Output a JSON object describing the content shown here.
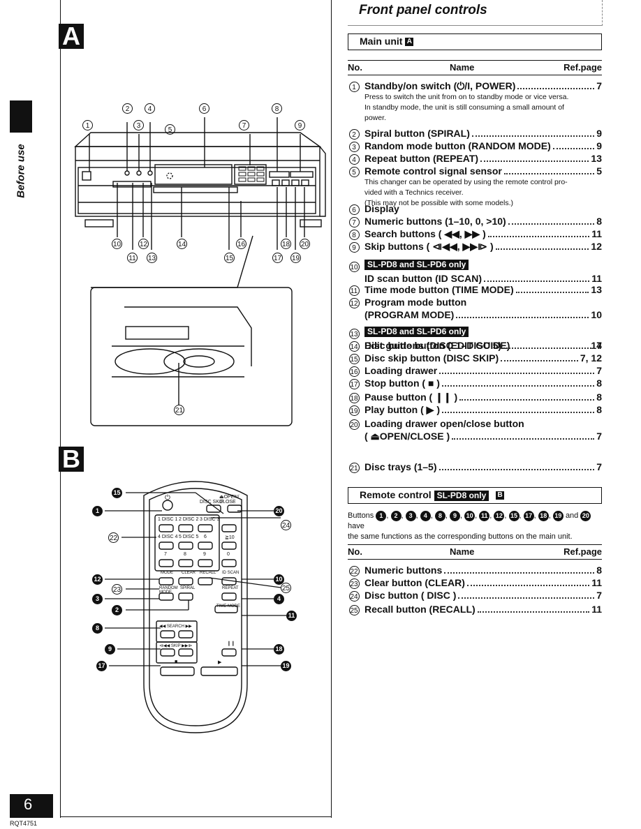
{
  "section_letters": {
    "a": "A",
    "b": "B"
  },
  "side_label": "Before use",
  "header": {
    "title": "Front panel controls"
  },
  "main_unit": {
    "box_title": "Main unit",
    "box_tag": "A",
    "col_no": "No.",
    "col_name": "Name",
    "col_ref": "Ref.page",
    "entries": [
      {
        "num": "1",
        "name": "Standby/on switch (⏻/I, POWER)",
        "page": "7",
        "notes": [
          "Press to switch the unit from on to standby mode or vice versa.",
          "In standby mode, the unit is still consuming a small amount of",
          "power."
        ]
      },
      {
        "num": "2",
        "name": "Spiral button (SPIRAL)",
        "page": "9"
      },
      {
        "num": "3",
        "name": "Random mode button (RANDOM MODE)",
        "page": "9"
      },
      {
        "num": "4",
        "name": "Repeat button (REPEAT)",
        "page": "13"
      },
      {
        "num": "5",
        "name": "Remote control signal sensor",
        "page": "5",
        "notes": [
          "This changer can be operated by using the remote control pro-",
          "vided with a Technics receiver.",
          "(This may not be possible with some models.)"
        ]
      },
      {
        "num": "6",
        "name": "Display",
        "page": ""
      },
      {
        "num": "7",
        "name": "Numeric buttons (1–10, 0, >10)",
        "page": "8"
      },
      {
        "num": "8",
        "name": "Search buttons ( ◀◀, ▶▶ )",
        "page": "11"
      },
      {
        "num": "9",
        "name": "Skip buttons ( ⧏◀◀, ▶▶⧐ )",
        "page": "12"
      },
      {
        "num": "10",
        "tag": "SL-PD8 and SL-PD6 only",
        "name": "ID scan button (ID SCAN)",
        "page": "11"
      },
      {
        "num": "11",
        "name": "Time mode button (TIME MODE)",
        "page": "13"
      },
      {
        "num": "12",
        "name": "Program mode button",
        "name2": "(PROGRAM MODE)",
        "page": "10"
      },
      {
        "num": "13",
        "tag": "SL-PD8 and SL-PD6 only",
        "name": "Edit guide button (EDIT GUIDE)",
        "page": "14"
      },
      {
        "num": "14",
        "name": "Disc buttons (DISC 1–DISC 5)",
        "page": "7"
      },
      {
        "num": "15",
        "name": "Disc skip button (DISC SKIP)",
        "page": "7, 12"
      },
      {
        "num": "16",
        "name": "Loading drawer",
        "page": "7"
      },
      {
        "num": "17",
        "name": "Stop button ( ■ )",
        "page": "8"
      },
      {
        "num": "18",
        "name": "Pause button ( ❙❙ )",
        "page": "8"
      },
      {
        "num": "19",
        "name": "Play button ( ▶ )",
        "page": "8"
      },
      {
        "num": "20",
        "name": "Loading drawer open/close button",
        "name2": "( ⏏OPEN/CLOSE )",
        "page": "7"
      },
      {
        "num": "21",
        "name": "Disc trays (1–5)",
        "page": "7"
      }
    ]
  },
  "remote": {
    "box_title": "Remote control",
    "box_tag": "SL-PD8 only",
    "box_tag2": "B",
    "desc_prefix": "Buttons",
    "desc_nums": [
      "1",
      "2",
      "3",
      "4",
      "8",
      "9",
      "10",
      "11",
      "12",
      "15",
      "17",
      "18",
      "19"
    ],
    "desc_and": "and",
    "desc_last": "20",
    "desc_suffix": "have",
    "desc_line2": "the same functions as the corresponding buttons on the main unit.",
    "col_no": "No.",
    "col_name": "Name",
    "col_ref": "Ref.page",
    "entries": [
      {
        "num": "22",
        "name": "Numeric buttons",
        "page": "8"
      },
      {
        "num": "23",
        "name": "Clear button (CLEAR)",
        "page": "11"
      },
      {
        "num": "24",
        "name": "Disc button ( DISC )",
        "page": "7"
      },
      {
        "num": "25",
        "name": "Recall button (RECALL)",
        "page": "11"
      }
    ]
  },
  "diagram_a": {
    "callouts_top": [
      "1",
      "2",
      "3",
      "4",
      "5",
      "6",
      "7",
      "8",
      "9"
    ],
    "callouts_bottom": [
      "10",
      "11",
      "12",
      "13",
      "14",
      "15",
      "16",
      "17",
      "18",
      "19",
      "20"
    ],
    "callout_tray": "21"
  },
  "diagram_b": {
    "remote_labels": {
      "power": "⏻",
      "disc_skip": "DISC SKIP",
      "open_close": "⏏OPEN/ CLOSE",
      "disc1": "1 DISC 1",
      "disc2": "2 DISC 2",
      "disc3": "3 DISC 3",
      "disc4": "4 DISC 4",
      "disc5": "5 DISC 5",
      "n6": "6",
      "n10": "≧10",
      "n7": "7",
      "n8": "8",
      "n9": "9",
      "n0": "0",
      "mode": "MODE",
      "clear": "CLEAR",
      "recall": "RECALL",
      "id_scan": "ID SCAN",
      "random": "RANDOM MODE",
      "spiral": "SPIRAL",
      "repeat": "REPEAT",
      "time_mode": "TIME MODE",
      "search": "◀◀ SEARCH ▶▶",
      "skip": "⧏◀◀ SKIP ▶▶⧐",
      "pause": "❙❙",
      "stop": "■",
      "play": "▶"
    },
    "callouts": [
      "15",
      "1",
      "22",
      "12",
      "23",
      "3",
      "2",
      "8",
      "9",
      "17",
      "20",
      "24",
      "10",
      "25",
      "4",
      "11",
      "18",
      "19"
    ]
  },
  "footer": {
    "page": "6",
    "code": "RQT4751"
  }
}
